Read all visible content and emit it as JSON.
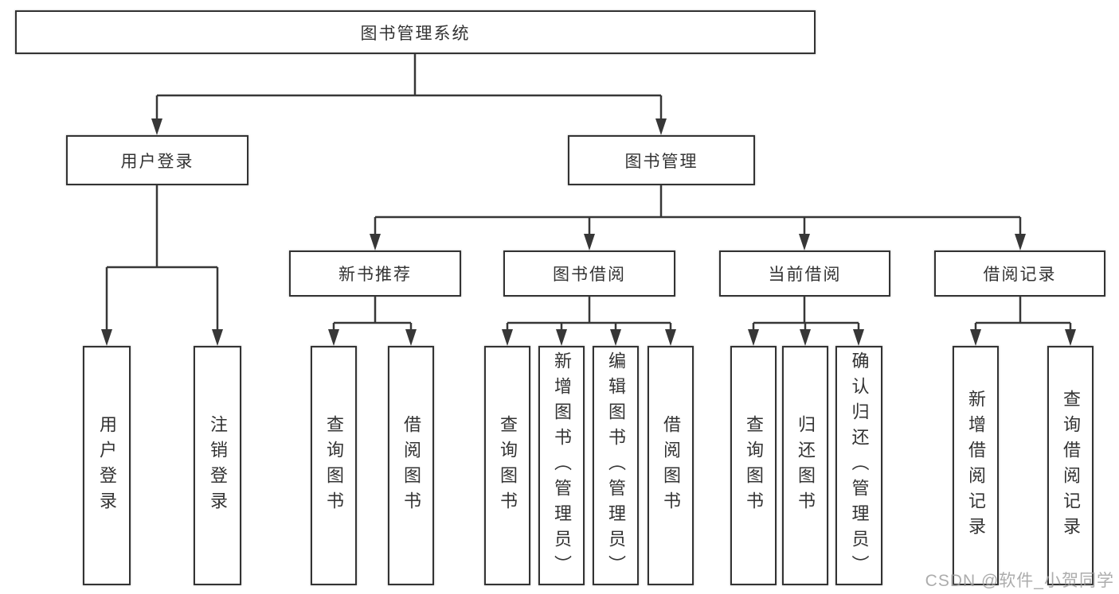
{
  "diagram": {
    "root": {
      "label": "图书管理系统"
    },
    "branches": [
      {
        "label": "用户登录",
        "children": [
          {
            "label": "用户登录"
          },
          {
            "label": "注销登录"
          }
        ]
      },
      {
        "label": "图书管理",
        "groups": [
          {
            "label": "新书推荐",
            "children": [
              {
                "label": "查询图书"
              },
              {
                "label": "借阅图书"
              }
            ]
          },
          {
            "label": "图书借阅",
            "children": [
              {
                "label": "查询图书"
              },
              {
                "label": "新增图书（管理员）"
              },
              {
                "label": "编辑图书（管理员）"
              },
              {
                "label": "借阅图书"
              }
            ]
          },
          {
            "label": "当前借阅",
            "children": [
              {
                "label": "查询图书"
              },
              {
                "label": "归还图书"
              },
              {
                "label": "确认归还（管理员）"
              }
            ]
          },
          {
            "label": "借阅记录",
            "children": [
              {
                "label": "新增借阅记录"
              },
              {
                "label": "查询借阅记录"
              }
            ]
          }
        ]
      }
    ]
  },
  "watermark": {
    "text": "CSDN @软件_小贺同学"
  },
  "colors": {
    "line": "#373737",
    "box_border": "#333333",
    "text": "#333333",
    "watermark": "#9e9e9e"
  }
}
